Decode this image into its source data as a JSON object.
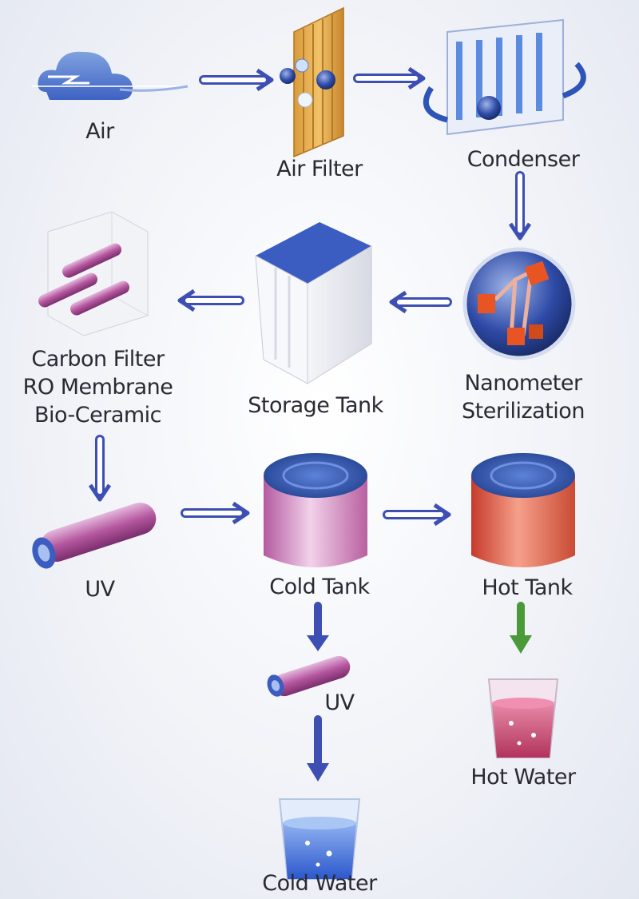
{
  "nodes": {
    "air": {
      "label": "Air"
    },
    "air_filter": {
      "label": "Air Filter"
    },
    "condenser": {
      "label": "Condenser"
    },
    "nanometer": {
      "line1": "Nanometer",
      "line2": "Sterilization"
    },
    "storage_tank": {
      "label": "Storage Tank"
    },
    "filters": {
      "line1": "Carbon Filter",
      "line2": "RO Membrane",
      "line3": "Bio-Ceramic"
    },
    "uv_main": {
      "label": "UV"
    },
    "cold_tank": {
      "label": "Cold Tank"
    },
    "hot_tank": {
      "label": "Hot Tank"
    },
    "uv_cold": {
      "label": "UV"
    },
    "hot_water": {
      "label": "Hot Water"
    },
    "cold_water": {
      "label": "Cold Water"
    }
  },
  "colors": {
    "arrow_blue": "#3d4fb3",
    "arrow_green": "#4a9a3a",
    "cold_tank": "#c97bb8",
    "hot_tank": "#d9533d",
    "tank_top": "#3558b8"
  }
}
